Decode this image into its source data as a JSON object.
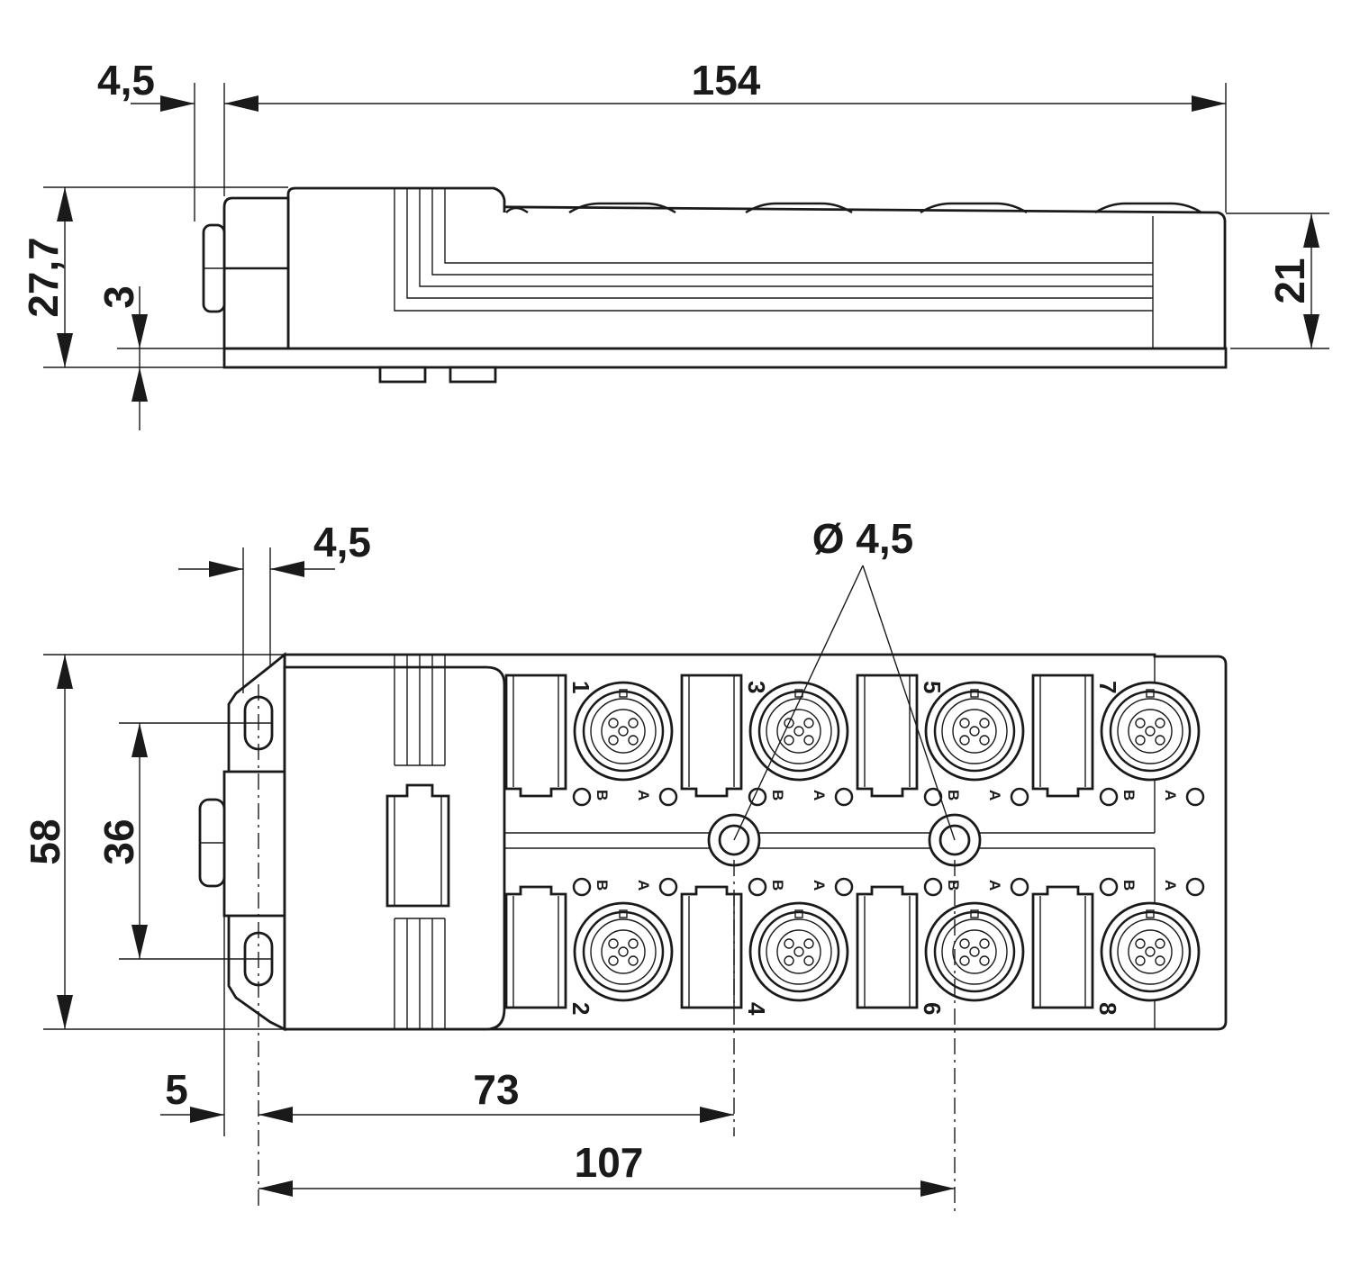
{
  "dimensions": {
    "side_view": {
      "flange_offset": "4,5",
      "overall_length": "154",
      "overall_height": "27,7",
      "base_height": "3",
      "housing_height": "21"
    },
    "top_view": {
      "flange_width": "4,5",
      "hole_diameter": "Ø 4,5",
      "overall_width": "58",
      "hole_spacing": "36",
      "hole_edge_offset": "5",
      "hole_pitch_1": "73",
      "hole_pitch_2": "107"
    }
  },
  "ports": [
    "1",
    "2",
    "3",
    "4",
    "5",
    "6",
    "7",
    "8"
  ],
  "led_labels": {
    "a": "A",
    "b": "B"
  }
}
